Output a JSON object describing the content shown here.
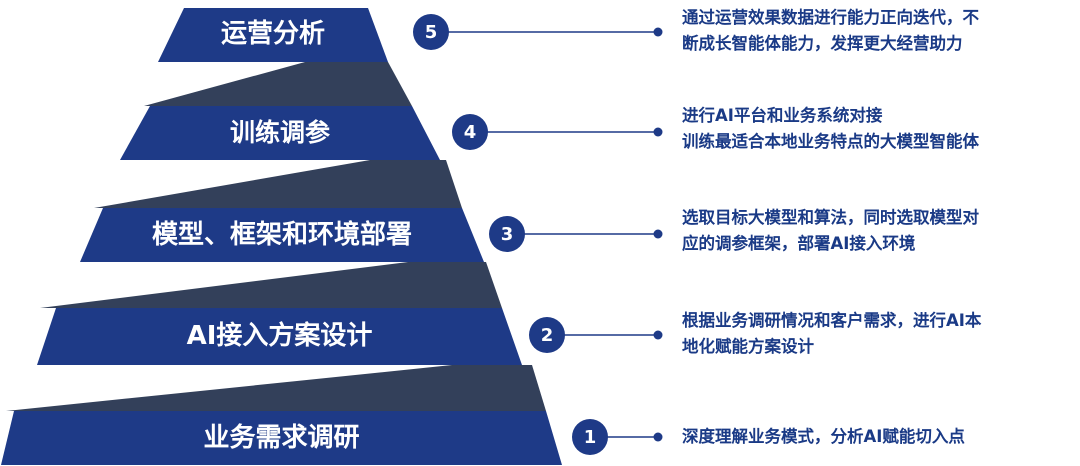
{
  "colors": {
    "tier": "#1e3a87",
    "connector": "#33405a",
    "line": "#1e3a87",
    "text": "#1a3a86"
  },
  "steps": [
    {
      "number": "5",
      "title": "运营分析",
      "desc_lines": [
        "通过运营效果数据进行能力正向迭代，不",
        "断成长智能体能力，发挥更大经营助力"
      ]
    },
    {
      "number": "4",
      "title": "训练调参",
      "desc_lines": [
        "进行AI平台和业务系统对接",
        "训练最适合本地业务特点的大模型智能体"
      ]
    },
    {
      "number": "3",
      "title": "模型、框架和环境部署",
      "desc_lines": [
        "选取目标大模型和算法，同时选取模型对",
        "应的调参框架，部署AI接入环境"
      ]
    },
    {
      "number": "2",
      "title": "AI接入方案设计",
      "desc_lines": [
        "根据业务调研情况和客户需求，进行AI本",
        "地化赋能方案设计"
      ]
    },
    {
      "number": "1",
      "title": "业务需求调研",
      "desc_lines": [
        "深度理解业务模式，分析AI赋能切入点"
      ]
    }
  ]
}
